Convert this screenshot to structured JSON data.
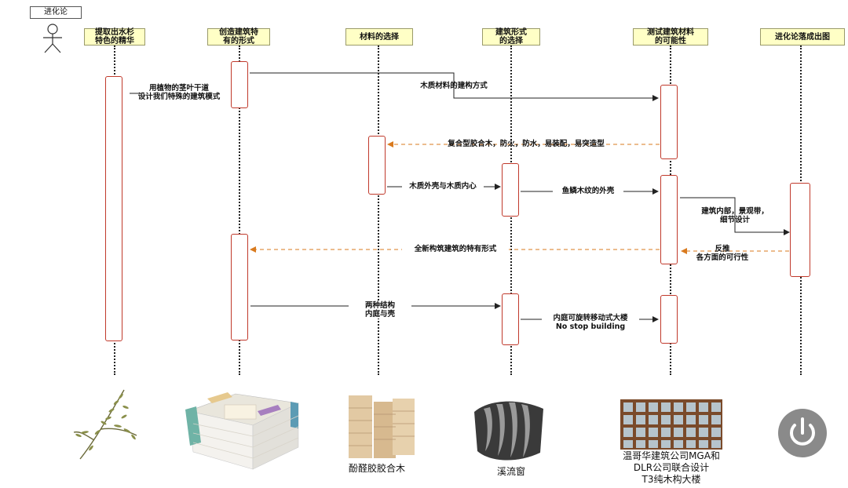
{
  "frame_title": "进化论",
  "lifelines": [
    {
      "id": "actor",
      "label": ""
    },
    {
      "id": "l1",
      "label": "提取出水杉\n特色的精华"
    },
    {
      "id": "l2",
      "label": "创造建筑特\n有的形式"
    },
    {
      "id": "l3",
      "label": "材料的选择"
    },
    {
      "id": "l4",
      "label": "建筑形式\n的选择"
    },
    {
      "id": "l5",
      "label": "测试建筑材料\n的可能性"
    },
    {
      "id": "l6",
      "label": "进化论落成出图"
    }
  ],
  "messages": [
    {
      "id": "m1",
      "label": "用植物的茎叶干道\n设计我们特殊的建筑模式",
      "style": "solid"
    },
    {
      "id": "m2",
      "label": "木质材料的建构方式",
      "style": "solid"
    },
    {
      "id": "m3",
      "label": "复合型胶合木，防火，防水，易装配，易突造型",
      "style": "dashed"
    },
    {
      "id": "m4",
      "label": "木质外壳与木质内心",
      "style": "solid"
    },
    {
      "id": "m5",
      "label": "鱼鳞木纹的外壳",
      "style": "solid"
    },
    {
      "id": "m6",
      "label": "建筑内部，景观带，\n细节设计",
      "style": "solid"
    },
    {
      "id": "m7",
      "label": "全新构筑建筑的特有形式",
      "style": "dashed"
    },
    {
      "id": "m8",
      "label": "反推\n各方面的可行性",
      "style": "dashed"
    },
    {
      "id": "m9",
      "label": "两种结构\n内庭与壳",
      "style": "solid"
    },
    {
      "id": "m10",
      "label": "内庭可旋转移动式大楼\nNo stop building",
      "style": "solid"
    }
  ],
  "captions": {
    "c3": "酚醛胶胶合木",
    "c4": "溪流窗",
    "c5": "温哥华建筑公司MGA和\nDLR公司联合设计\nT3纯木构大楼"
  },
  "icons": {
    "plant": "metasequoia-branch-image",
    "building": "building-model-image",
    "wood": "laminated-timber-image",
    "scales": "wood-scale-shell-image",
    "tower": "timber-tower-image",
    "power": "power-icon"
  },
  "colors": {
    "activation_border": "#c0392b",
    "dashed_arrow": "#d97a1e",
    "head_fill": "#ffffc6"
  }
}
